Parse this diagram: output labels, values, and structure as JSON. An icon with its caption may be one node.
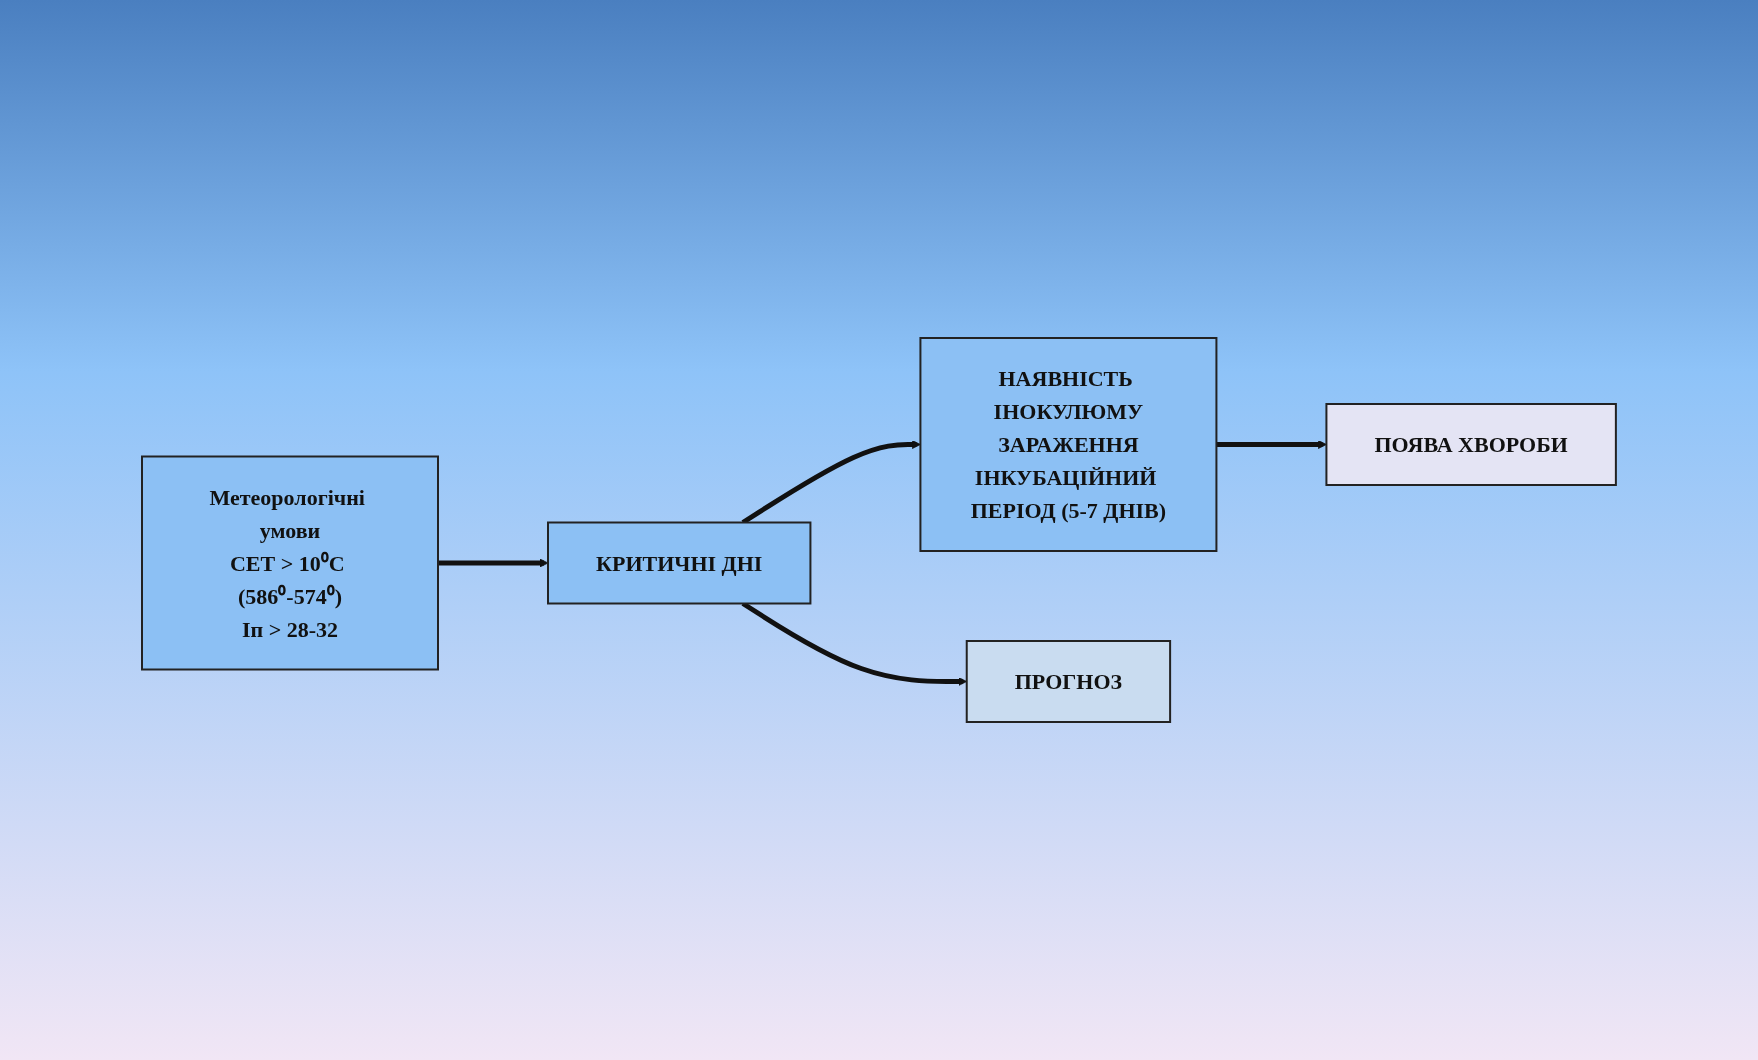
{
  "diagram": {
    "nodes": [
      {
        "text": [
          "Метеорологічні умови",
          "СЕТ > 10⁰С (586⁰-574⁰)",
          "Іп > 28-32"
        ]
      },
      {
        "text": [
          "КРИТИЧНІ ДНІ"
        ]
      },
      {
        "text": [
          "НАЯВНІСТЬ ІНОКУЛЮМУ",
          "ЗАРАЖЕННЯ",
          "ІНКУБАЦІЙНИЙ ПЕРІОД (5-7 ДНІВ)"
        ]
      },
      {
        "text": [
          "ПРОГНОЗ"
        ]
      },
      {
        "text": [
          "ПОЯВА ХВОРОБИ"
        ]
      }
    ],
    "edges": [
      {
        "from": 0,
        "to": 1,
        "arrow": "to"
      },
      {
        "from": 1,
        "to": 2,
        "arrow": "to"
      },
      {
        "from": 1,
        "to": 3,
        "arrow": "to"
      },
      {
        "from": 2,
        "to": 4,
        "arrow": "to"
      }
    ]
  }
}
